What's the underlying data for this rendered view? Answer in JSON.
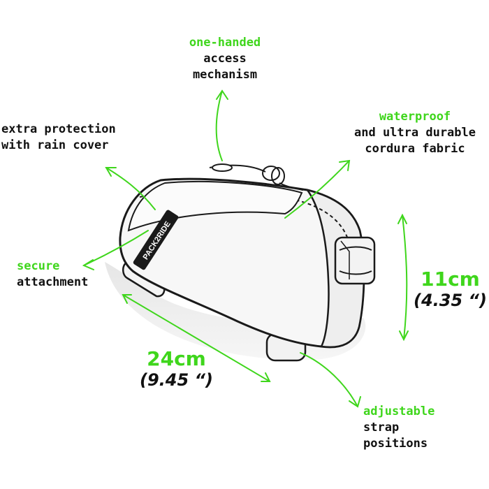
{
  "callouts": {
    "access": {
      "highlight": "one-handed",
      "lines": [
        "access",
        "mechanism"
      ]
    },
    "rain": {
      "lines": [
        "extra protection",
        "with rain cover"
      ]
    },
    "fabric": {
      "highlight": "waterproof",
      "lines": [
        "and ultra durable",
        "cordura fabric"
      ]
    },
    "attachment": {
      "highlight": "secure",
      "lines": [
        "attachment"
      ]
    },
    "strap": {
      "highlight": "adjustable",
      "lines": [
        "strap",
        "positions"
      ]
    }
  },
  "dimensions": {
    "length": {
      "metric": "24cm",
      "imperial": "(9.45 “)"
    },
    "height": {
      "metric": "11cm",
      "imperial": "(4.35 “)"
    }
  },
  "logo": "PACK2RIDE",
  "colors": {
    "accent": "#3fd61c",
    "text": "#111111",
    "outline": "#1a1a1a"
  }
}
